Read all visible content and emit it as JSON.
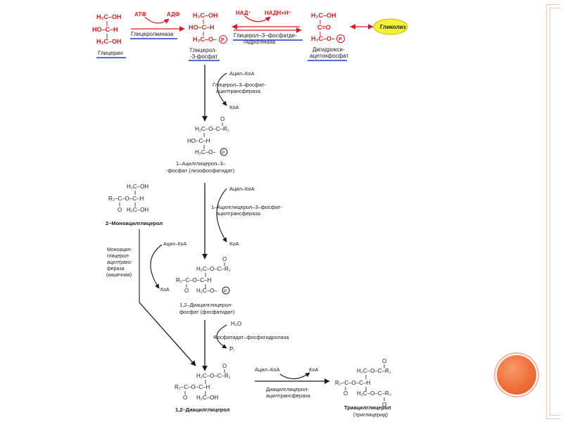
{
  "row1": {
    "glycerol": {
      "l1": "H₂C–OH",
      "l2": "HO–C–H",
      "l3": "H₂C–OH",
      "name": "Глицерин"
    },
    "atp": "АТФ",
    "adp": "АДФ",
    "kinase": "Глицеролкиназа",
    "g3p": {
      "l1": "H₂C–OH",
      "l2": "HO–C–H",
      "l3": "H₂C–O–",
      "p": "P",
      "name1": "Глицерол-",
      "name2": "-3-фосфат"
    },
    "nad": "НАД⁺",
    "nadh": "НАДН+Н⁺",
    "dehydrogenase1": "Глицерол–3–фосфатде-",
    "dehydrogenase2": "гидрогеназа",
    "dhap": {
      "l1": "H₂C–OH",
      "l2": "C=O",
      "l3": "H₂C–O–",
      "p": "P",
      "name1": "Дигидрокси-",
      "name2": "ацетонфосфат"
    },
    "glycolysis": "Гликолиз"
  },
  "step1": {
    "acyl": "Ацил–КоА",
    "enzyme1": "Глицерол–3–фосфат-",
    "enzyme2": "ацилтрансфераза",
    "koa": "КоА"
  },
  "lysoPA": {
    "o": "O",
    "l1": "H₂C–O–C–R₁",
    "l2": "HO–C–H",
    "l3": "H₂C–O–",
    "p": "P",
    "name1": "1–Ацилглицерол–3–",
    "name2": "-фосфат (лизофосфатидат)"
  },
  "step2": {
    "acyl": "Ацил–КоА",
    "enzyme1": "1–Ацилглицерол–3–фосфат-",
    "enzyme2": "ацилтрансфераза",
    "koa": "КоА"
  },
  "mag": {
    "l1": "H₂C–OH",
    "l2": "R₂–C–O–C–H",
    "o": "O",
    "l3": "H₂C–OH",
    "name": "2–Моноацилглицерол"
  },
  "mag_step": {
    "enz1": "Моноацил-",
    "enz2": "глицерол-",
    "enz3": "ацилтранс-",
    "enz4": "фераза",
    "enz5": "(кишечная)",
    "acyl": "Ацил–КоА",
    "koa": "КоА"
  },
  "pa": {
    "o1": "O",
    "l1": "H₂C–O–C–R₁",
    "l2": "R₂–C–O–C–H",
    "o2": "O",
    "l3": "H₂C–O–",
    "p": "P",
    "name1": "1,2–Диацилглицерол-",
    "name2": "фосфат (фосфатидат)"
  },
  "phosphatase": {
    "h2o": "H₂O",
    "enzyme": "Фосфатидат–фосфогидролаза",
    "pi": "Pᵢ"
  },
  "dag": {
    "o1": "O",
    "l1": "H₂C–O–C–R₁",
    "l2": "R₂–C–O–C–H",
    "o2": "O",
    "l3": "H₂C–OH",
    "name": "1,2–Диацилглицерол"
  },
  "step_final": {
    "acyl": "Ацил–КоА",
    "koa": "КоА",
    "enzyme1": "Диацилглицерол-",
    "enzyme2": "ацилтрансфераза"
  },
  "tag": {
    "o1": "O",
    "l1": "H₂C–O–C–R₁",
    "l2": "R₂–C–O–C–H",
    "o2": "O",
    "l3": "H₂C–O–C–R₃",
    "o3": "O",
    "name1": "Триацилглицерол",
    "name2": "(триглицерид)"
  }
}
